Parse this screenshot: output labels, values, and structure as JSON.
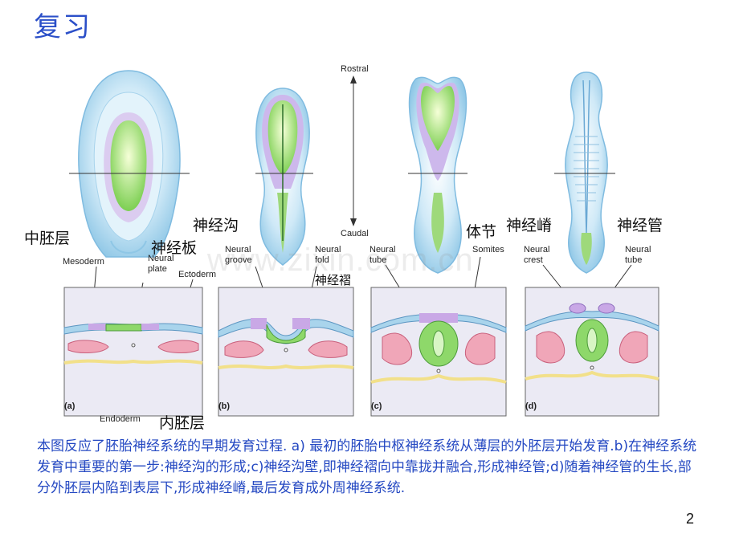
{
  "title": "复习",
  "axis": {
    "rostral": "Rostral",
    "caudal": "Caudal"
  },
  "labels_en": {
    "mesoderm": "Mesoderm",
    "neural_plate": "Neural plate",
    "ectoderm": "Ectoderm",
    "neural_groove": "Neural groove",
    "neural_fold": "Neural fold",
    "neural_tube_c": "Neural tube",
    "somites": "Somites",
    "neural_crest": "Neural crest",
    "neural_tube_d": "Neural tube",
    "endoderm": "Endoderm"
  },
  "labels_cn": {
    "mesoderm": "中胚层",
    "neural_plate": "神经板",
    "neural_groove": "神经沟",
    "neural_fold": "神经褶",
    "somites": "体节",
    "neural_crest": "神经嵴",
    "neural_tube": "神经管",
    "endoderm": "内胚层"
  },
  "panel_letters": [
    "(a)",
    "(b)",
    "(c)",
    "(d)"
  ],
  "caption": "本图反应了胚胎神经系统的早期发育过程. a) 最初的胚胎中枢神经系统从薄层的外胚层开始发育.b)在神经系统发育中重要的第一步:神经沟的形成;c)神经沟壁,即神经褶向中靠拢并融合,形成神经管;d)随着神经管的生长,部分外胚层内陷到表层下,形成神经嵴,最后发育成外周神经系统.",
  "page_number": "2",
  "watermark": "www.zixin.com.cn",
  "colors": {
    "title": "#2b4fc8",
    "caption": "#2448c2",
    "neural_green": "#8ed86a",
    "neural_crest_purple": "#c9a8e6",
    "ectoderm_blue": "#a9d4ec",
    "mesoderm_pink": "#f0a6b8",
    "endoderm_yellow": "#f2e08a"
  }
}
